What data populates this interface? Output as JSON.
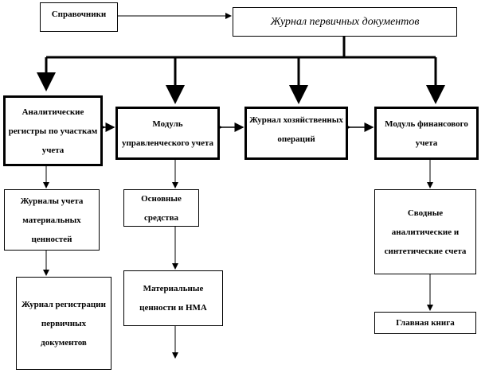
{
  "nodes": {
    "directories": "Справочники",
    "primary_journal": "Журнал первичных документов",
    "analytic_registers": "Аналитические регистры по участкам учета",
    "management_module": "Модуль управленческого учета",
    "operations_journal": "Журнал хозяйственных операций",
    "finance_module": "Модуль финансового учета",
    "material_journals": "Журналы учета материальных ценностей",
    "fixed_assets": "Основные средства",
    "materials_nma": "Материальные ценности и НМА",
    "registration_journal": "Журнал регистрации первичных документов",
    "summary_accounts": "Сводные аналитические и синтетические счета",
    "general_ledger": "Главная книга"
  }
}
